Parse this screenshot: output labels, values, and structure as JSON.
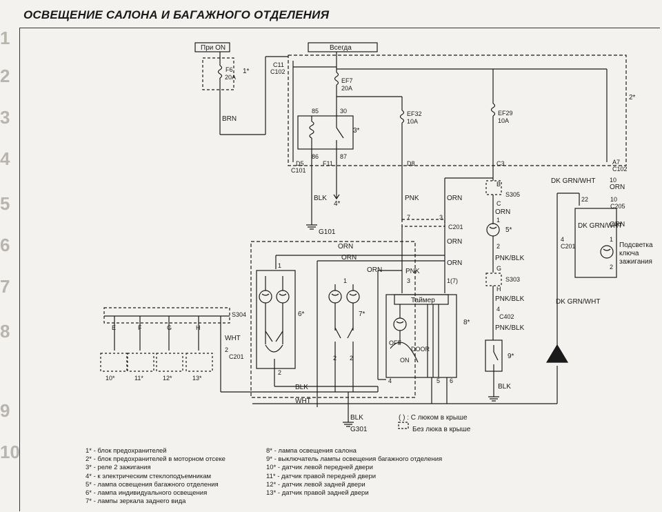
{
  "title": "ОСВЕЩЕНИЕ САЛОНА И БАГАЖНОГО ОТДЕЛЕНИЯ",
  "header_boxes": {
    "on": "При ON",
    "always": "Всегда"
  },
  "fuses": {
    "f6": [
      "F6",
      "20A"
    ],
    "ef7": [
      "EF7",
      "20A"
    ],
    "ef32": [
      "EF32",
      "10A"
    ],
    "ef29": [
      "EF29",
      "10A"
    ]
  },
  "connectors": {
    "c11": "C11",
    "c102_top": "C102",
    "c101": "C101",
    "c102_right": "C102",
    "c201_a": "C201",
    "c201_b": "C201",
    "c201_c": "C201",
    "c205": "C205",
    "c402": "C402",
    "s305": "S305",
    "s303": "S303",
    "s304": "S304",
    "g101": "G101",
    "g301": "G301",
    "d5": "D5",
    "f11": "F11",
    "d8": "D8",
    "c3": "C3",
    "a7": "A7",
    "p85": "85",
    "p30": "30",
    "p86": "86",
    "p87": "87",
    "pB": "B",
    "pC": "C",
    "pG": "G",
    "pH": "H",
    "pE": "E",
    "pF": "F",
    "pG2": "G",
    "pH2": "H",
    "n1": "1",
    "n2": "2",
    "n3": "3",
    "n4": "4",
    "n5": "5",
    "n6": "6",
    "n7": "7",
    "n10": "10",
    "n22": "22",
    "n17": "1(7)"
  },
  "wires": {
    "brn": "BRN",
    "blk": "BLK",
    "pnk": "PNK",
    "orn": "ORN",
    "pnk_blk": "PNK/BLK",
    "dk_grn_wht": "DK GRN/WHT",
    "wht": "WHT"
  },
  "refs": {
    "r1": "1*",
    "r2": "2*",
    "r3": "3*",
    "r4": "4*",
    "r5": "5*",
    "r6": "6*",
    "r7": "7*",
    "r8": "8*",
    "r9": "9*",
    "r10": "10*",
    "r11": "11*",
    "r12": "12*",
    "r13": "13*"
  },
  "timer": "Таймер",
  "switch_labels": {
    "off": "OFF",
    "on": "ON",
    "door": "DOOR"
  },
  "key_light": [
    "Подсветка",
    "ключа",
    "зажигания"
  ],
  "notes": {
    "paren": "( ) : С люком в крыше",
    "dashed": "Без люка в крыше"
  },
  "legend_left": [
    "1* - блок предохранителей",
    "2* - блок предохранителей в моторном отсеке",
    "3* - реле 2 зажигания",
    "4* - к электрическим стеклоподъемникам",
    "5* - лампа освещения багажного отделения",
    "6* - лампа индивидуального освещения",
    "7* - лампы зеркала заднего вида"
  ],
  "legend_right": [
    "8* - лампа освещения салона",
    "9* - выключатель лампы освещения багажного отделения",
    "10* - датчик левой передней двери",
    "11* - датчик правой передней двери",
    "12* - датчик левой задней двери",
    "13* - датчик правой задней двери"
  ],
  "edge_numbers": [
    "1",
    "2",
    "3",
    "4",
    "5",
    "6",
    "7",
    "8",
    "9",
    "10"
  ],
  "colors": {
    "ink": "#1a1a1a",
    "paper": "#f4f2ee"
  }
}
